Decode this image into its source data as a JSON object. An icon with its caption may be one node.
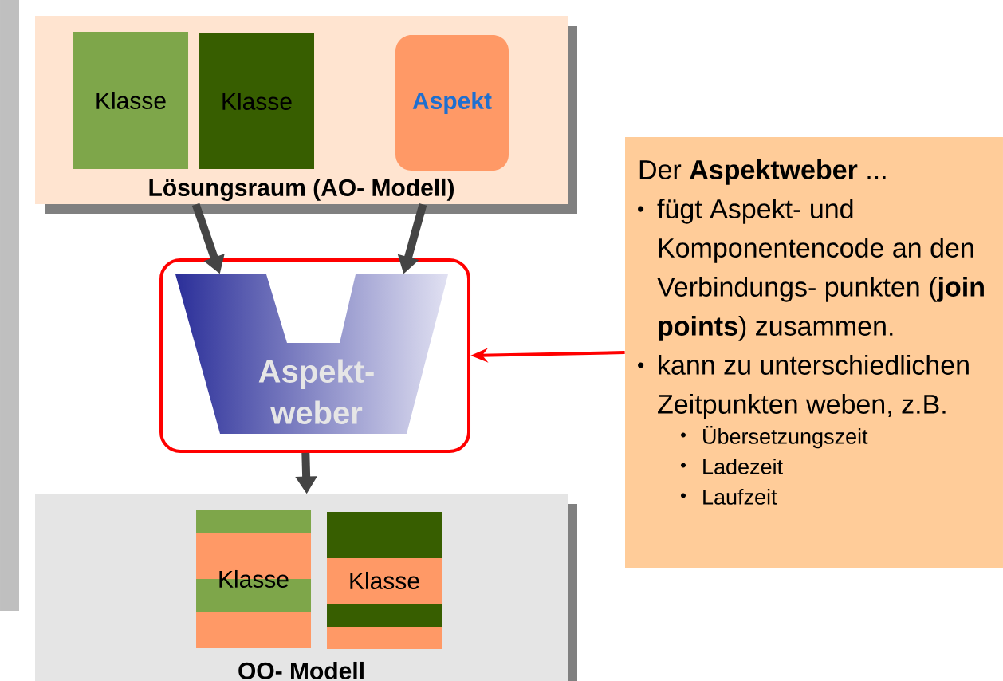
{
  "diagram": {
    "nodes": [
      {
        "text": [
          "Lösungsraum (AO- Modell)"
        ]
      },
      {
        "text": [
          "Klasse"
        ],
        "in": 0
      },
      {
        "text": [
          "Klasse"
        ],
        "in": 0
      },
      {
        "text": [
          "Aspekt"
        ],
        "in": 0
      },
      {
        "text": [],
        "shape": "box"
      },
      {
        "text": [
          "Aspekt- weber"
        ],
        "in": 4
      },
      {
        "text": [
          "OO- Modell"
        ]
      },
      {
        "text": [
          "Klasse"
        ],
        "in": 6
      },
      {
        "text": [
          "Klasse"
        ],
        "in": 6
      },
      {
        "text": [
          "Der **Aspektweber** ...",
          "fügt Aspekt-  und Komponentencode an den Verbindungs- punkten (**join points**) zusammen.",
          "kann zu unterschiedlichen Zeitpunkten weben, z.B.",
          "Übersetzungszeit",
          "Ladezeit",
          "Laufzeit"
        ]
      }
    ],
    "edges": [
      {
        "from": 0,
        "to": 5,
        "arrow": "to"
      },
      {
        "from": 0,
        "to": 5,
        "arrow": "to"
      },
      {
        "from": 4,
        "to": 6,
        "arrow": "to"
      },
      {
        "from": 9,
        "to": 4,
        "arrow": "to",
        "color": "#ff0000"
      }
    ]
  }
}
